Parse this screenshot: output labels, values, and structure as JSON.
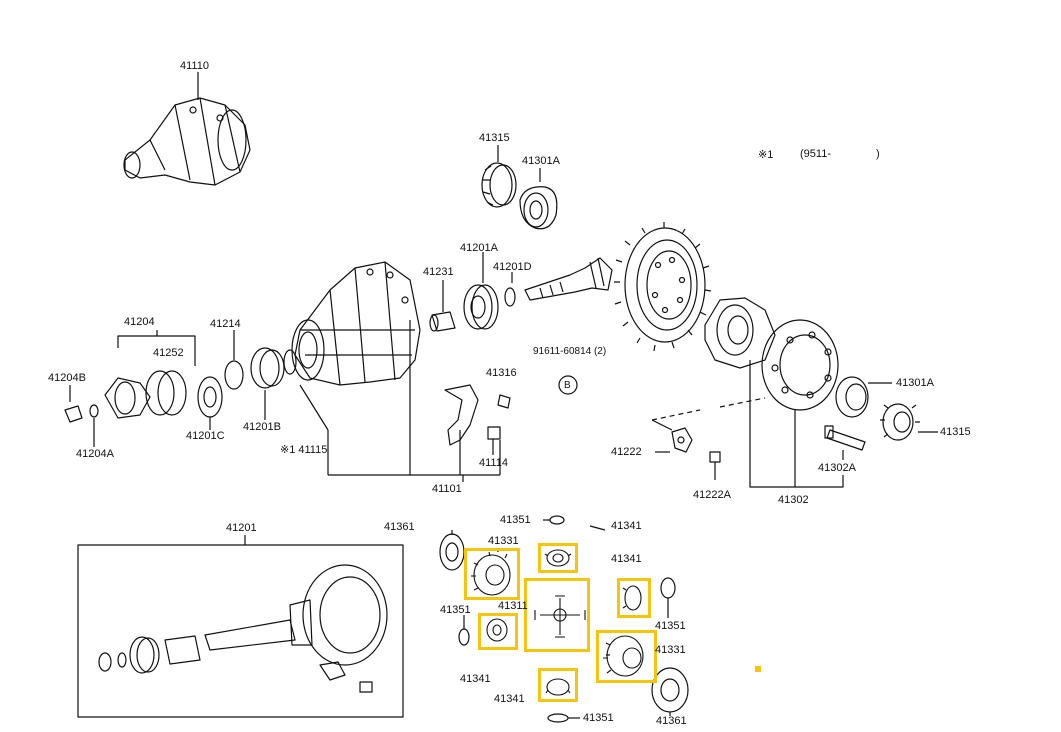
{
  "labels": {
    "p41110": "41110",
    "p41315_top": "41315",
    "p41301a_top": "41301A",
    "note1": "※1",
    "note_years": "(9511-",
    "note_close": ")",
    "p41231": "41231",
    "p41201a": "41201A",
    "p41201d": "41201D",
    "p41204": "41204",
    "p41214": "41214",
    "p41252": "41252",
    "p41204b": "41204B",
    "p41201c": "41201C",
    "p41201b": "41201B",
    "p41204a": "41204A",
    "p41115": "※1  41115",
    "bolt_code": "91611-60814 (2)",
    "circle_b": "B",
    "p41316": "41316",
    "p41114": "41114",
    "p41101": "41101",
    "p41301a_right": "41301A",
    "p41315_right": "41315",
    "p41222": "41222",
    "p41222a": "41222A",
    "p41302a": "41302A",
    "p41302": "41302",
    "p41201_box": "41201",
    "p41361_top": "41361",
    "p41351_top": "41351",
    "p41331_top": "41331",
    "p41341_top": "41341",
    "p41341_right": "41341",
    "p41351_left": "41351",
    "p41311": "41311",
    "p41351_right": "41351",
    "p41331_right": "41331",
    "p41341_left": "41341",
    "p41341_bottom": "41341",
    "p41351_bottom": "41351",
    "p41361_bottom": "41361"
  },
  "colors": {
    "highlight": "#f5c40f",
    "ink": "#111111",
    "background": "#ffffff"
  }
}
